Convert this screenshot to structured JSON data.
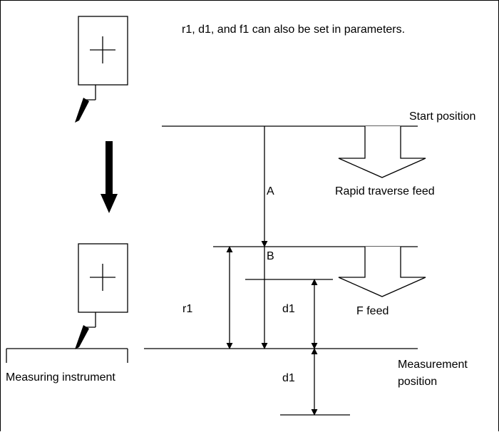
{
  "note": "r1, d1, and f1 can also be set in parameters.",
  "labels": {
    "start_position": "Start position",
    "rapid_traverse_feed": "Rapid traverse feed",
    "f_feed": "F feed",
    "point_a": "A",
    "point_b": "B",
    "r1": "r1",
    "d1_upper": "d1",
    "d1_lower": "d1",
    "measuring_instrument": "Measuring instrument",
    "measurement_position_line1": "Measurement",
    "measurement_position_line2": "position"
  }
}
